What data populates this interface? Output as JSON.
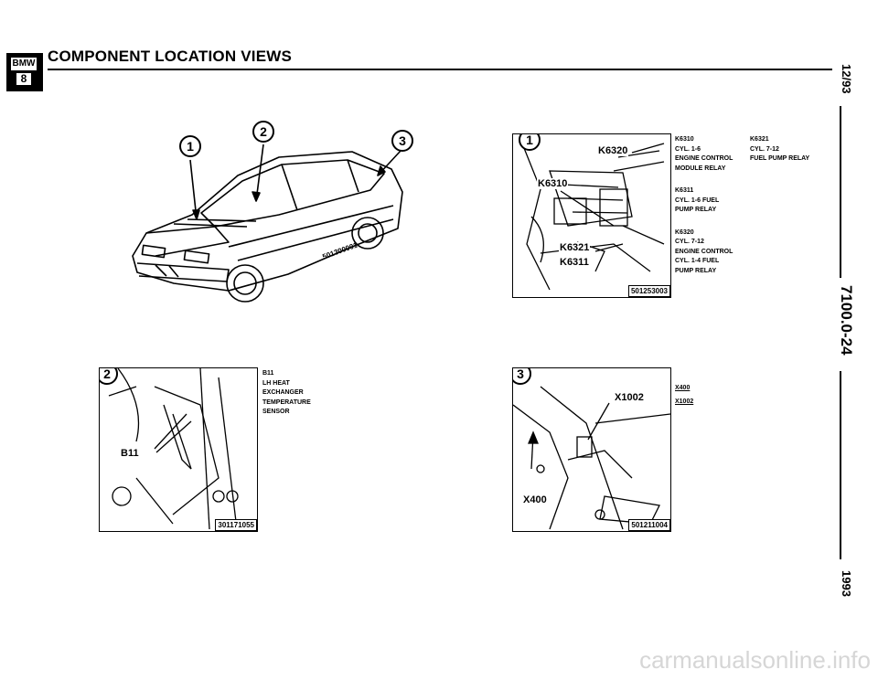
{
  "header": {
    "logo_top": "BMW",
    "logo_bottom": "8",
    "title": "COMPONENT LOCATION VIEWS"
  },
  "margin": {
    "date": "12/93",
    "code": "7100.0-24",
    "year": "1993"
  },
  "figures": {
    "overview": {
      "callouts": [
        "1",
        "2",
        "3"
      ],
      "code": "501300001"
    },
    "fig1": {
      "number": "1",
      "labels": [
        "K6320",
        "K6310",
        "K6321",
        "K6311"
      ],
      "code": "501253003",
      "legend_col1": [
        {
          "id": "K6310",
          "lines": [
            "CYL. 1-6",
            "ENGINE CONTROL",
            "MODULE RELAY"
          ]
        },
        {
          "id": "K6311",
          "lines": [
            "CYL. 1-6 FUEL",
            "PUMP RELAY"
          ]
        },
        {
          "id": "K6320",
          "lines": [
            "CYL. 7-12",
            "ENGINE CONTROL",
            "CYL. 1-4 FUEL",
            "PUMP RELAY"
          ]
        }
      ],
      "legend_col2": [
        {
          "id": "K6321",
          "lines": [
            "CYL. 7-12",
            "FUEL PUMP RELAY"
          ]
        }
      ]
    },
    "fig2": {
      "number": "2",
      "label": "B11",
      "code": "301171055",
      "legend": [
        "B11",
        "LH HEAT",
        "EXCHANGER",
        "TEMPERATURE",
        "SENSOR"
      ]
    },
    "fig3": {
      "number": "3",
      "labels": [
        "X1002",
        "X400"
      ],
      "code": "501211004",
      "legend": [
        "X400",
        "X1002"
      ]
    }
  },
  "watermark": "carmanualsonline.info"
}
